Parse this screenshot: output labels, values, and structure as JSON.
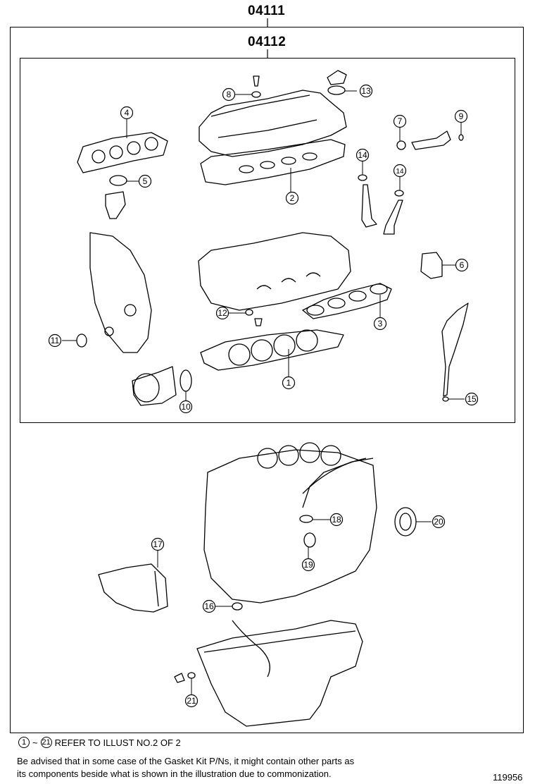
{
  "header": {
    "outer_code": "04111",
    "inner_code": "04112"
  },
  "callouts": [
    {
      "num": "1",
      "part": "gasket"
    },
    {
      "num": "2",
      "part": "gasket"
    },
    {
      "num": "3",
      "part": "gasket"
    },
    {
      "num": "4",
      "part": "gasket"
    },
    {
      "num": "5",
      "part": "gasket"
    },
    {
      "num": "6",
      "part": "gasket"
    },
    {
      "num": "7",
      "part": "ring"
    },
    {
      "num": "8",
      "part": "gasket"
    },
    {
      "num": "9",
      "part": "ring"
    },
    {
      "num": "10",
      "part": "ring"
    },
    {
      "num": "11",
      "part": "seal"
    },
    {
      "num": "12",
      "part": "gasket"
    },
    {
      "num": "13",
      "part": "gasket"
    },
    {
      "num": "14",
      "part": "seal"
    },
    {
      "num": "15",
      "part": "ring"
    },
    {
      "num": "16",
      "part": "gasket"
    },
    {
      "num": "17",
      "part": "gasket"
    },
    {
      "num": "18",
      "part": "gasket"
    },
    {
      "num": "19",
      "part": "seal"
    },
    {
      "num": "20",
      "part": "seal"
    },
    {
      "num": "21",
      "part": "gasket"
    }
  ],
  "footer": {
    "refer_from": "1",
    "refer_tilde": "~",
    "refer_to": "21",
    "refer_text": "REFER TO ILLUST NO.2 OF 2",
    "advisory_line1": "Be advised that in some case of the Gasket Kit P/Ns,  it might contain other parts as",
    "advisory_line2": "its components beside what is shown in the illustration due to commonization.",
    "illustration_id": "119956"
  }
}
